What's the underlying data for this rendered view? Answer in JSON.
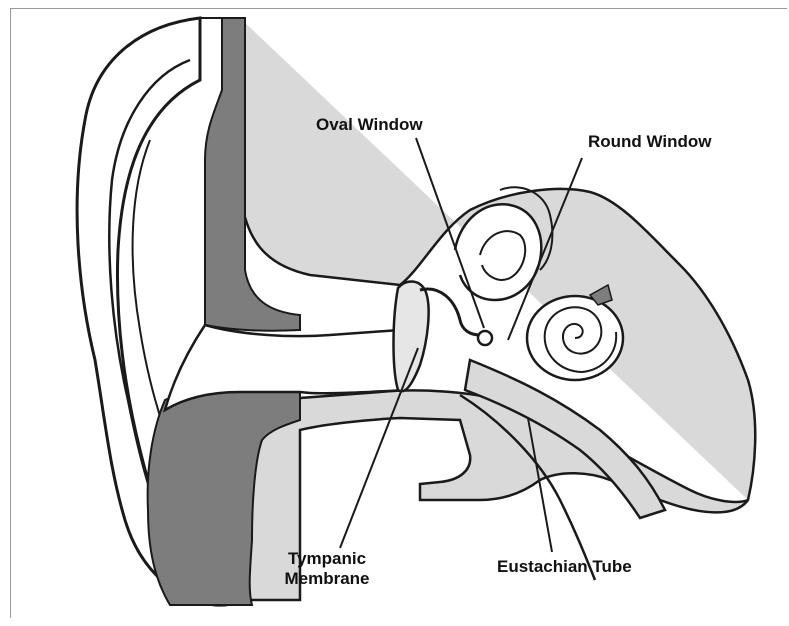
{
  "labels": {
    "oval_window": "Oval Window",
    "round_window": "Round Window",
    "tympanic_membrane_line1": "Tympanic",
    "tympanic_membrane_line2": "Membrane",
    "eustachian_tube": "Eustachian Tube"
  },
  "colors": {
    "canal_dark": "#7d7d7d",
    "tissue_light": "#d9d9d9",
    "outline": "#1a1a1a",
    "background": "#ffffff"
  }
}
